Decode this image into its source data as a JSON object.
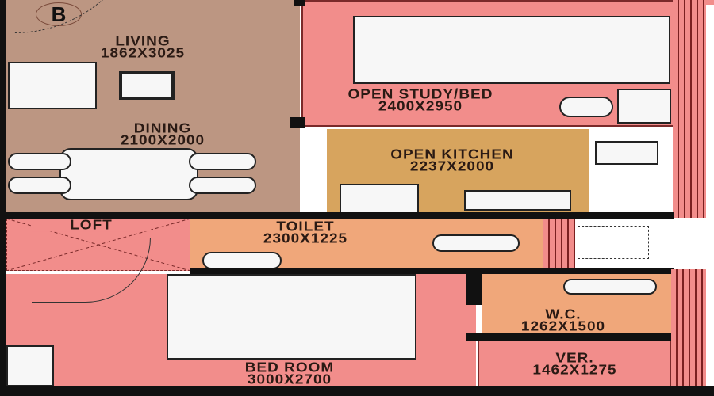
{
  "compass_label": "B",
  "colors": {
    "living": "#bc9682",
    "pink": "#f28d8b",
    "kitchen": "#d7a45e",
    "wet": "#f0a77a",
    "wall": "#111111"
  },
  "rooms": {
    "living": {
      "name": "LIVING",
      "size": "1862X3025"
    },
    "dining": {
      "name": "DINING",
      "size": "2100X2000"
    },
    "study": {
      "name": "OPEN STUDY/BED",
      "size": "2400X2950"
    },
    "kitchen": {
      "name": "OPEN KITCHEN",
      "size": "2237X2000"
    },
    "loft": {
      "name": "LOFT"
    },
    "toilet": {
      "name": "TOILET",
      "size": "2300X1225"
    },
    "bedroom": {
      "name": "BED ROOM",
      "size": "3000X2700"
    },
    "wc": {
      "name": "W.C.",
      "size": "1262X1500"
    },
    "verandah": {
      "name": "VER.",
      "size": "1462X1275"
    }
  }
}
